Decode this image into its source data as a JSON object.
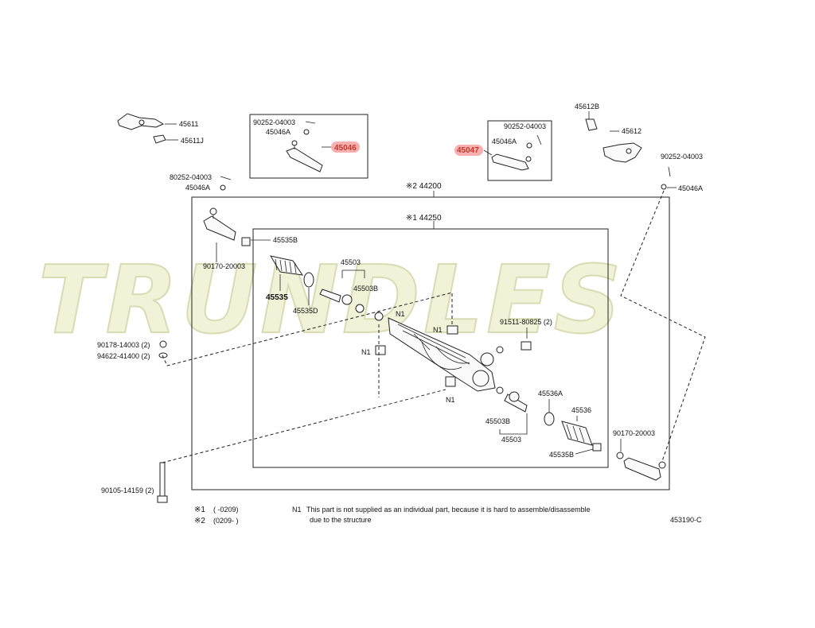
{
  "watermark": {
    "text": "TRUNDLES"
  },
  "assemblies": {
    "outer": {
      "label": "※2 44200"
    },
    "inner": {
      "label": "※1 44250"
    }
  },
  "highlight_color": "#f7b0b0",
  "callouts": {
    "p45611": "45611",
    "p45611j": "45611J",
    "p80252": "80252-04003",
    "p45046a_left": "45046A",
    "box_left_90252": "90252-04003",
    "box_left_45046a": "45046A",
    "box_left_main": "45046",
    "box_right_90252": "90252-04003",
    "box_right_45046a": "45046A",
    "box_right_main": "45047",
    "p45612b": "45612B",
    "p45612": "45612",
    "p90252_right": "90252-04003",
    "p45046a_right": "45046A",
    "p45535b_top": "45535B",
    "p90170_left": "90170-20003",
    "p45535": "45535",
    "p45535d": "45535D",
    "p45503_top": "45503",
    "p45503b_top": "45503B",
    "n1_a": "N1",
    "n1_b": "N1",
    "n1_c": "N1",
    "n1_d": "N1",
    "p91511": "91511-80825 (2)",
    "p90178": "90178-14003 (2)",
    "p94622": "94622-41400 (2)",
    "p45536a": "45536A",
    "p45536": "45536",
    "p45503b_bottom": "45503B",
    "p45503_bottom": "45503",
    "p90170_right": "90170-20003",
    "p45535b_bottom": "45535B",
    "p90105": "90105-14159 (2)"
  },
  "footer": {
    "note1_mark": "※1",
    "note1_range": "(        -0209)",
    "note2_mark": "※2",
    "note2_range": "(0209-        )",
    "n1_mark": "N1",
    "n1_text_1": "This part is not supplied as an individual part,   because it is hard to assemble/disassemble",
    "n1_text_2": "due to the structure",
    "code": "453190-C"
  }
}
